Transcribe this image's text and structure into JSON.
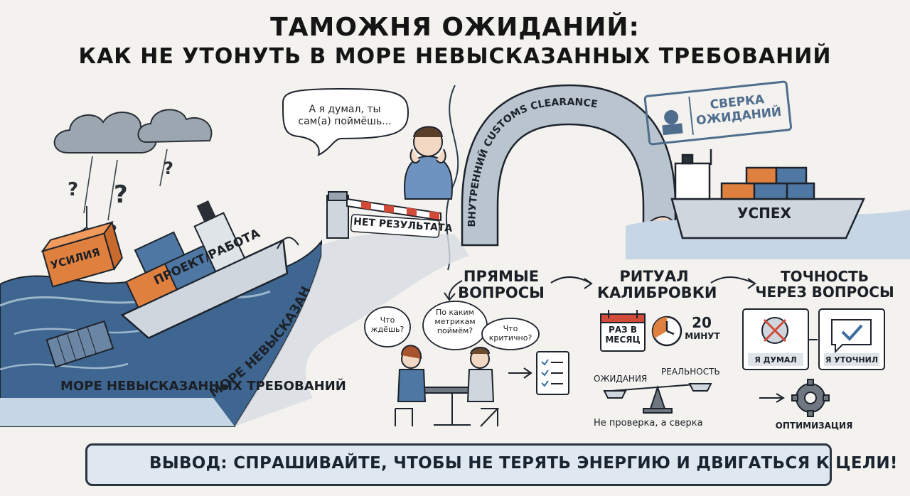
{
  "title": {
    "line1": "ТАМОЖНЯ ОЖИДАНИЙ:",
    "line2": "КАК НЕ УТОНУТЬ В МОРЕ НЕВЫСКАЗАННЫХ ТРЕБОВАНИЙ"
  },
  "left_scene": {
    "crate_label": "УСИЛИЯ",
    "ship_label": "ПРОЕКТ/РАБОТА",
    "sea_label_curved": "МОРЕ НЕВЫСКАЗАННЫХ ТРЕБОВАНИЙ",
    "sea_label": "МОРЕ НЕВЫСКАЗАННЫХ ТРЕБОВАНИЙ",
    "question_mark": "?"
  },
  "barrier": {
    "speech": "А я думал, ты сам(а) поймёшь...",
    "sign": "НЕТ РЕЗУЛЬТАТА"
  },
  "arch": {
    "label": "ВНУТРЕННИЙ CUSTOMS CLEARANCE",
    "stamp": [
      "СВЕРКА",
      "ОЖИДАНИЙ"
    ],
    "ship_label": "УСПЕХ"
  },
  "steps": {
    "direct": {
      "title": [
        "ПРЯМЫЕ",
        "ВОПРОСЫ"
      ],
      "bubbles": [
        "Что ждёшь?",
        "По каким метрикам поймём?",
        "Что критично?"
      ]
    },
    "ritual": {
      "title": [
        "РИТУАЛ",
        "КАЛИБРОВКИ"
      ],
      "calendar": [
        "РАЗ В",
        "МЕСЯЦ"
      ],
      "minutes_value": "20",
      "minutes_unit": "МИНУТ",
      "scale_left": "ОЖИДАНИЯ",
      "scale_right": "РЕАЛЬНОСТЬ",
      "caption": "Не проверка, а сверка"
    },
    "precision": {
      "title": [
        "ТОЧНОСТЬ",
        "ЧЕРЕЗ ВОПРОСЫ"
      ],
      "card_left": "Я ДУМАЛ",
      "card_right": "Я УТОЧНИЛ",
      "optimization": "ОПТИМИЗАЦИЯ"
    }
  },
  "conclusion": "ВЫВОД: СПРАШИВАЙТЕ, ЧТОБЫ НЕ ТЕРЯТЬ ЭНЕРГИЮ И ДВИГАТЬСЯ К ЦЕЛИ!",
  "colors": {
    "sea": "#3f6690",
    "sea_light": "#9cb6cc",
    "hull": "#cfd6de",
    "ink": "#1d232c",
    "orange": "#e0803f",
    "blue_container": "#4f77a3",
    "arch": "#b9c4cf",
    "banner": "#dfe8f1",
    "check": "#3a6fa0",
    "accent_red": "#d24a38"
  }
}
